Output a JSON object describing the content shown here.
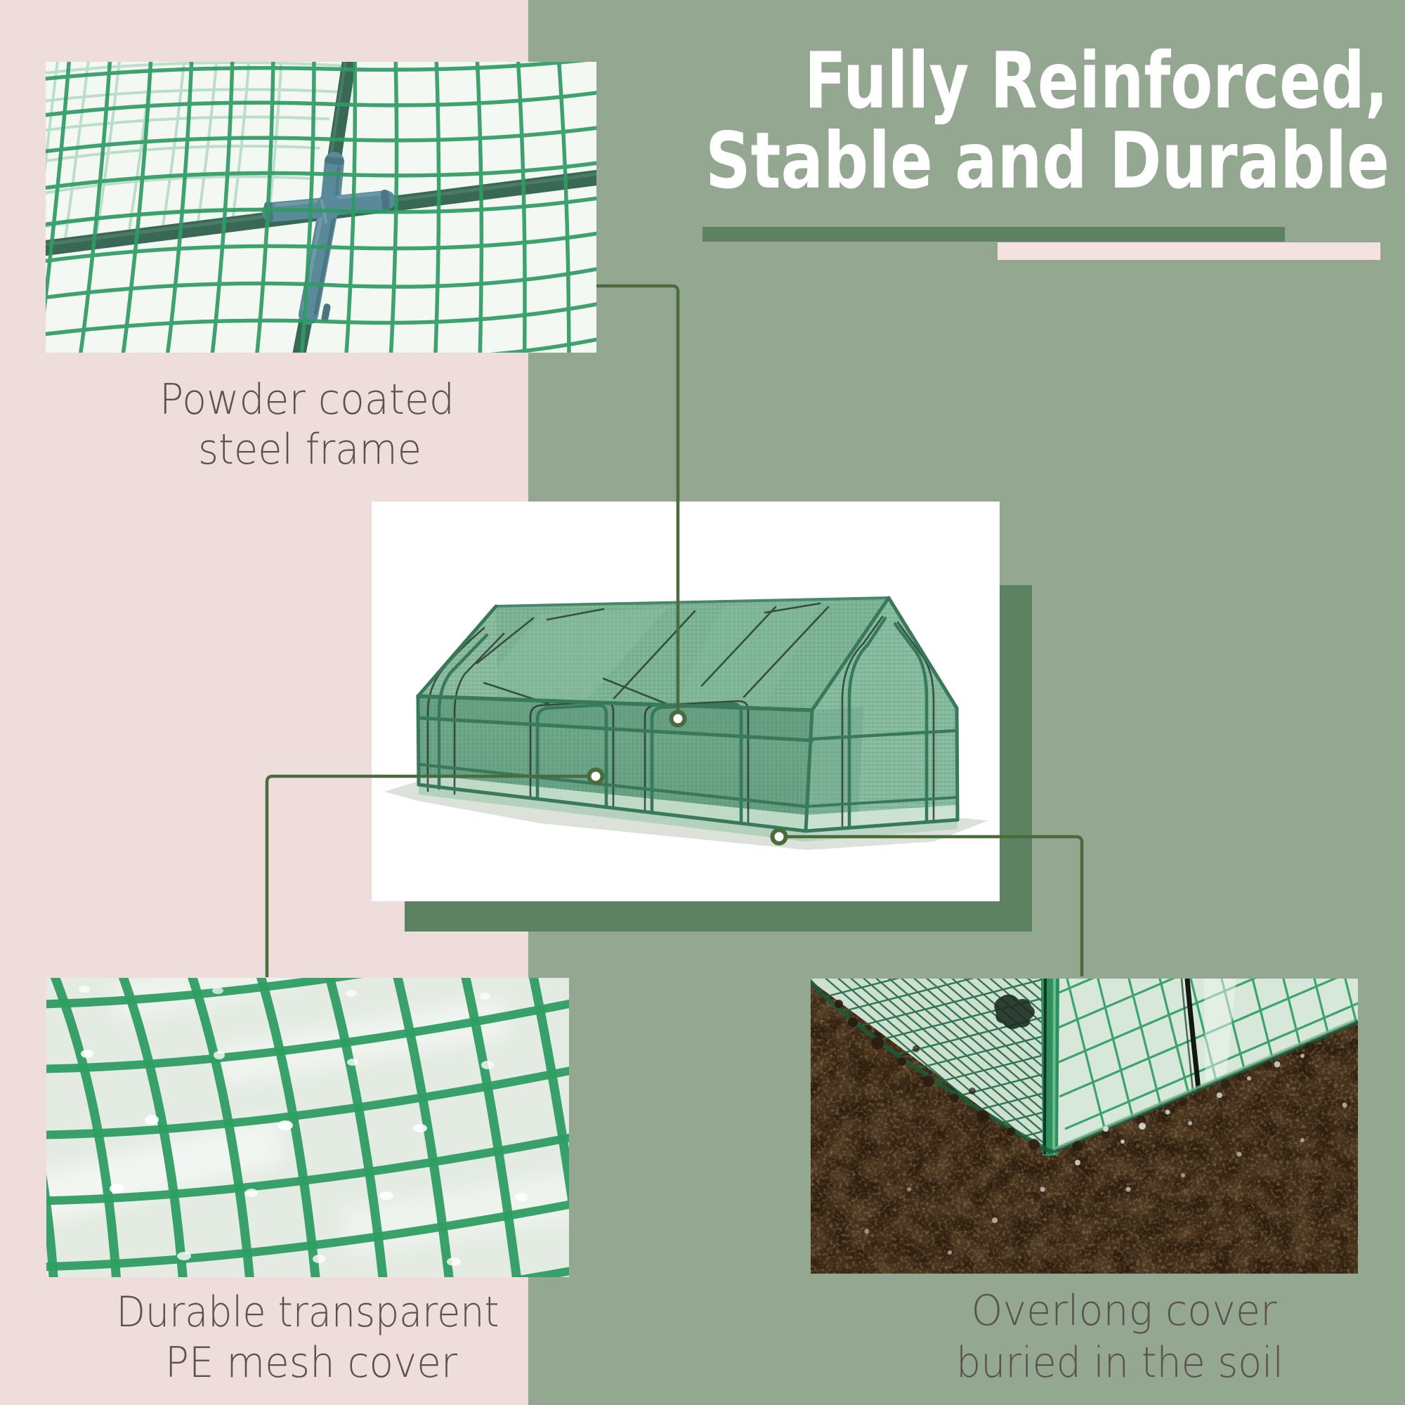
{
  "title": {
    "line1": "Fully Reinforced,",
    "line2": "Stable and Durable"
  },
  "captions": {
    "steel_frame": {
      "line1": "Powder coated",
      "line2": "steel frame"
    },
    "mesh_cover": {
      "line1": "Durable transparent",
      "line2": "PE mesh cover"
    },
    "overlong_cover": {
      "line1": "Overlong cover",
      "line2": "buried in the soil"
    }
  },
  "colors": {
    "background_sage": "#94a791",
    "background_pink": "#eeddda",
    "accent_dark_green": "#5c8261",
    "accent_pale_pink_bar": "#f3e2e0",
    "callout_line": "#4a6b3c",
    "caption_text": "#5b524e",
    "title_text": "#ffffff",
    "greenhouse_mesh_green": "#7cb394",
    "frame_tube_green": "#2c7051",
    "soil_brown": "#3c2917"
  }
}
